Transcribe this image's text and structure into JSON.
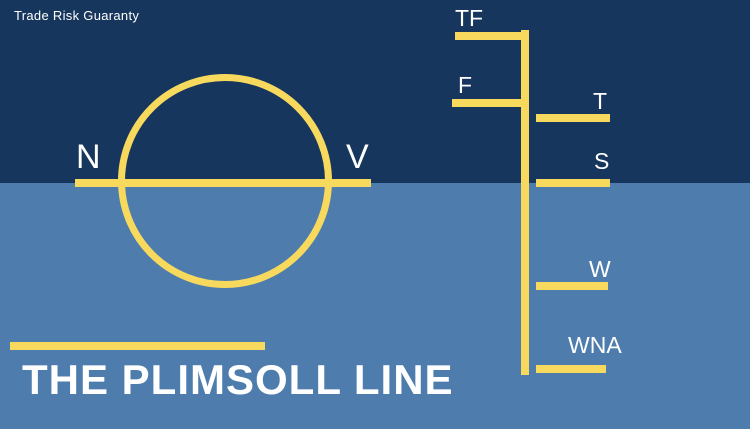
{
  "brand": "Trade Risk Guaranty",
  "title": "THE PLIMSOLL LINE",
  "colors": {
    "sky": "#17365d",
    "sea": "#4e7dad",
    "accent": "#f7d95e",
    "text-light": "#ffffff"
  },
  "plimsoll_mark": {
    "left_letter": "N",
    "right_letter": "V"
  },
  "load_lines": [
    {
      "label": "TF"
    },
    {
      "label": "F"
    },
    {
      "label": "T"
    },
    {
      "label": "S"
    },
    {
      "label": "W"
    },
    {
      "label": "WNA"
    }
  ]
}
